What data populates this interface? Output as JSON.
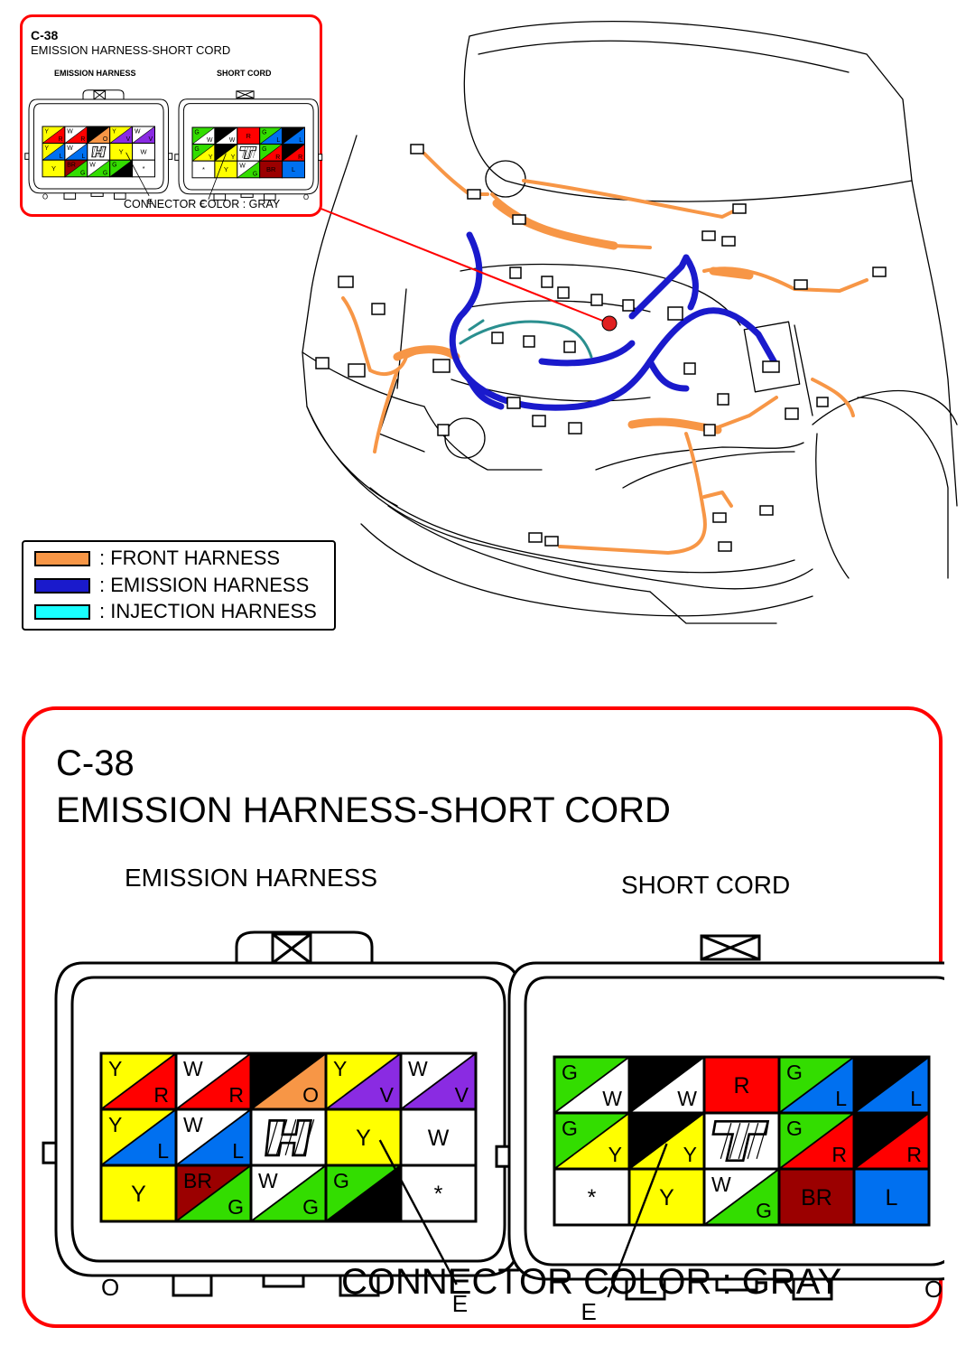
{
  "connector_id": "C-38",
  "connector_title": "EMISSION HARNESS-SHORT CORD",
  "connector_color_text": "CONNECTOR COLOR : GRAY",
  "harness_color": "#f7941d",
  "emission_color": "#1b22c7",
  "injection_color": "#00ffff",
  "legend": [
    {
      "label": ": FRONT HARNESS",
      "color": "#f79646"
    },
    {
      "label": ": EMISSION HARNESS",
      "color": "#1a1acc"
    },
    {
      "label": ": INJECTION HARNESS",
      "color": "#19ffff"
    }
  ],
  "emission_harness": {
    "title": "EMISSION HARNESS",
    "ground_label": "E",
    "open_label": "O",
    "rows": [
      [
        {
          "tl": "Y",
          "br": "R",
          "c1": "#ffff00",
          "c2": "#ff0000"
        },
        {
          "tl": "W",
          "br": "R",
          "c1": "#ffffff",
          "c2": "#ff0000"
        },
        {
          "tl": "B",
          "br": "O",
          "c1": "#000000",
          "c2": "#f79646"
        },
        {
          "tl": "Y",
          "br": "V",
          "c1": "#ffff00",
          "c2": "#8a2be2"
        },
        {
          "tl": "W",
          "br": "V",
          "c1": "#ffffff",
          "c2": "#8a2be2"
        }
      ],
      [
        {
          "tl": "Y",
          "br": "L",
          "c1": "#ffff00",
          "c2": "#0070f0"
        },
        {
          "tl": "W",
          "br": "L",
          "c1": "#ffffff",
          "c2": "#0070f0"
        },
        {
          "special": "H"
        },
        {
          "center": "Y",
          "c1": "#ffff00"
        },
        {
          "center": "W",
          "c1": "#ffffff"
        }
      ],
      [
        {
          "center": "Y",
          "c1": "#ffff00"
        },
        {
          "tl": "BR",
          "br": "G",
          "c1": "#9b0000",
          "c2": "#33dd00",
          "tlWhite": true
        },
        {
          "tl": "W",
          "br": "G",
          "c1": "#ffffff",
          "c2": "#33dd00"
        },
        {
          "tl": "G",
          "br": "B",
          "c1": "#33dd00",
          "c2": "#000000",
          "brWhite": true
        },
        {
          "center": "*",
          "c1": "#ffffff"
        }
      ]
    ]
  },
  "short_cord": {
    "title": "SHORT CORD",
    "ground_label": "E",
    "open_label": "O",
    "rows": [
      [
        {
          "tl": "G",
          "br": "W",
          "c1": "#33dd00",
          "c2": "#ffffff"
        },
        {
          "tl": "B",
          "br": "W",
          "c1": "#000000",
          "c2": "#ffffff",
          "tlWhite": true
        },
        {
          "center": "R",
          "c1": "#ff0000"
        },
        {
          "tl": "G",
          "br": "L",
          "c1": "#33dd00",
          "c2": "#0070f0"
        },
        {
          "tl": "B",
          "br": "L",
          "c1": "#000000",
          "c2": "#0070f0",
          "tlWhite": true
        }
      ],
      [
        {
          "tl": "G",
          "br": "Y",
          "c1": "#33dd00",
          "c2": "#ffff00"
        },
        {
          "tl": "B",
          "br": "Y",
          "c1": "#000000",
          "c2": "#ffff00",
          "tlWhite": true
        },
        {
          "special": "T"
        },
        {
          "tl": "G",
          "br": "R",
          "c1": "#33dd00",
          "c2": "#ff0000"
        },
        {
          "tl": "B",
          "br": "R",
          "c1": "#000000",
          "c2": "#ff0000",
          "tlWhite": true
        }
      ],
      [
        {
          "center": "*",
          "c1": "#ffffff"
        },
        {
          "center": "Y",
          "c1": "#ffff00"
        },
        {
          "tl": "W",
          "br": "G",
          "c1": "#ffffff",
          "c2": "#33dd00"
        },
        {
          "center": "BR",
          "c1": "#9b0000",
          "white": true
        },
        {
          "center": "L",
          "c1": "#0070f0"
        }
      ]
    ]
  }
}
